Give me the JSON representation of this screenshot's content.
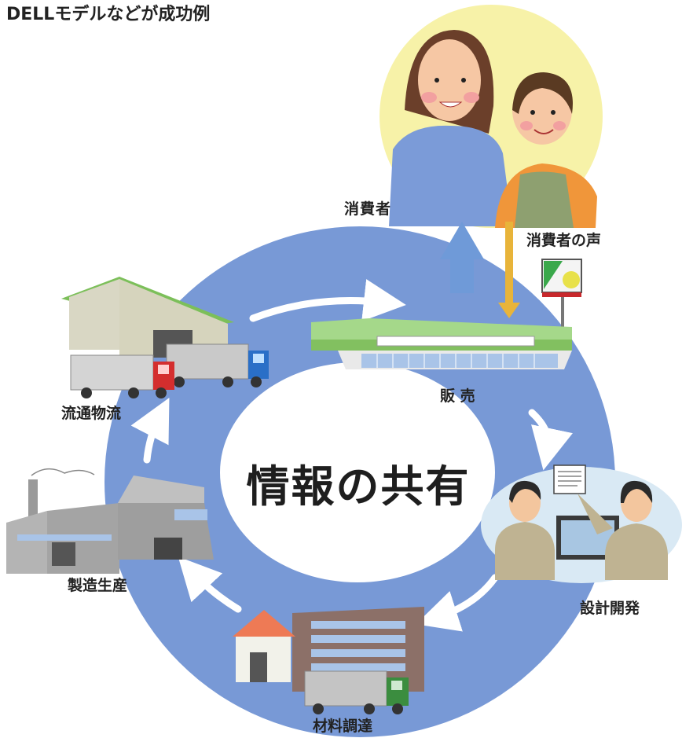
{
  "title": "DELLモデルなどが成功例",
  "center": {
    "text": "情報の共有"
  },
  "nodes": [
    {
      "id": "consumer",
      "label": "消費者"
    },
    {
      "id": "sales",
      "label": "販 売"
    },
    {
      "id": "design",
      "label": "設計開発"
    },
    {
      "id": "procurement",
      "label": "材料調達"
    },
    {
      "id": "manufacturing",
      "label": "製造生産"
    },
    {
      "id": "logistics",
      "label": "流通物流"
    }
  ],
  "voice": {
    "label": "消費者の声"
  },
  "colors": {
    "ring": "#7899d6",
    "inner": "#ffffff",
    "arrow_white": "#ffffff",
    "arrow_up": "#6f9ad8",
    "arrow_voice": "#e8b43a",
    "consumer_bg": "#f7f2a8"
  },
  "icons": [
    "people-icon",
    "store-icon",
    "engineers-icon",
    "warehouse-icon",
    "truck-icon",
    "factory-icon",
    "office-building-icon",
    "sign-icon"
  ]
}
